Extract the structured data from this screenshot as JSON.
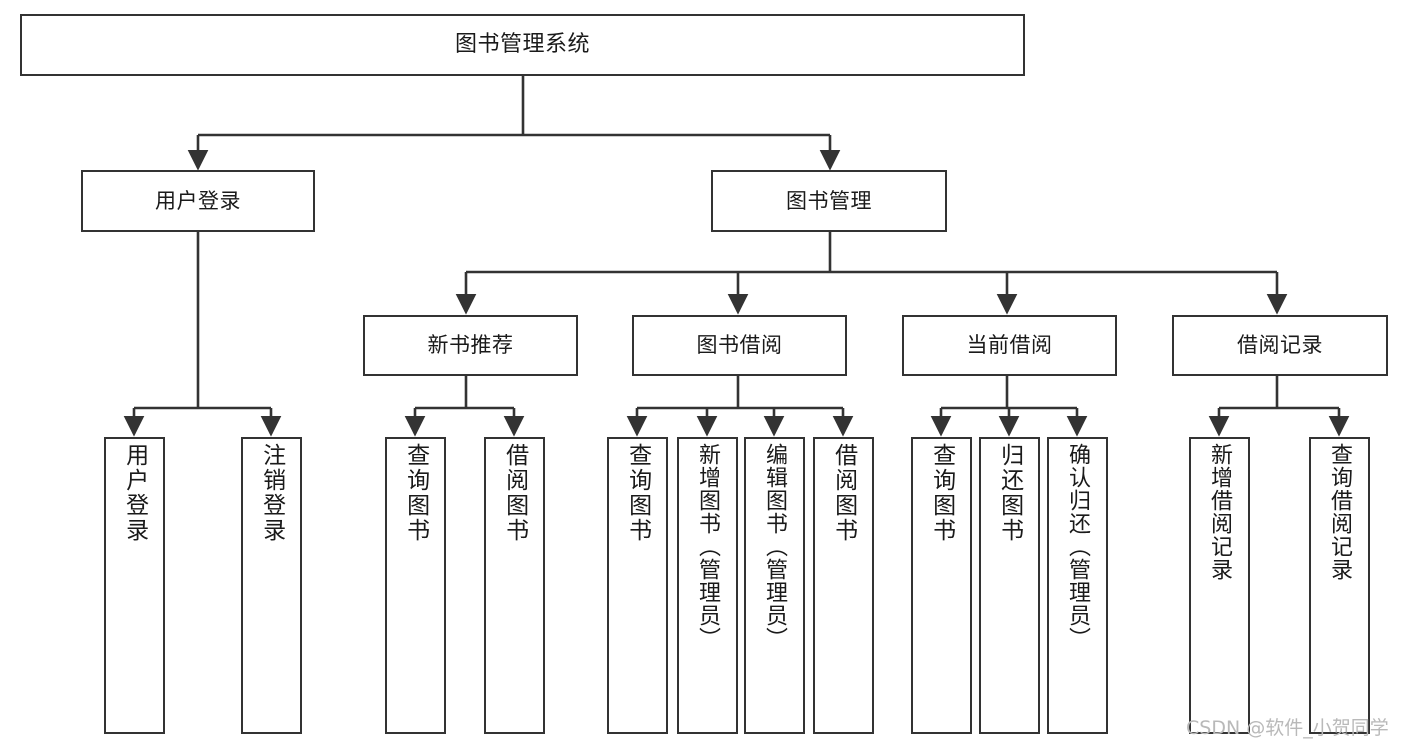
{
  "diagram": {
    "type": "tree",
    "title": "图书管理系统",
    "watermark": "CSDN @软件_小贺同学",
    "colors": {
      "stroke": "#333333",
      "fill": "#ffffff",
      "text": "#1a1a1a",
      "watermark": "#b9b9b9"
    },
    "levels": {
      "root": [
        "图书管理系统"
      ],
      "level2": [
        "用户登录",
        "图书管理"
      ],
      "level3": [
        "新书推荐",
        "图书借阅",
        "当前借阅",
        "借阅记录"
      ],
      "leaves": [
        "用户登录",
        "注销登录",
        "查询图书",
        "借阅图书",
        "查询图书",
        "新增图书（管理员）",
        "编辑图书（管理员）",
        "借阅图书",
        "查询图书",
        "归还图书",
        "确认归还（管理员）",
        "新增借阅记录",
        "查询借阅记录"
      ]
    },
    "nodes": {
      "root": {
        "label": "图书管理系统"
      },
      "user_login": {
        "label": "用户登录"
      },
      "book_manage": {
        "label": "图书管理"
      },
      "new_book_rec": {
        "label": "新书推荐"
      },
      "book_borrow": {
        "label": "图书借阅"
      },
      "current_borrow": {
        "label": "当前借阅"
      },
      "borrow_record": {
        "label": "借阅记录"
      },
      "leaf_user_login": {
        "label": "用户登录"
      },
      "leaf_logout": {
        "label": "注销登录"
      },
      "leaf_query_book_1": {
        "label": "查询图书"
      },
      "leaf_borrow_book_1": {
        "label": "借阅图书"
      },
      "leaf_query_book_2": {
        "label": "查询图书"
      },
      "leaf_add_book": {
        "label": "新增图书（管理员）"
      },
      "leaf_edit_book": {
        "label": "编辑图书（管理员）"
      },
      "leaf_borrow_book_2": {
        "label": "借阅图书"
      },
      "leaf_query_book_3": {
        "label": "查询图书"
      },
      "leaf_return_book": {
        "label": "归还图书"
      },
      "leaf_confirm_return": {
        "label": "确认归还（管理员）"
      },
      "leaf_add_record": {
        "label": "新增借阅记录"
      },
      "leaf_query_record": {
        "label": "查询借阅记录"
      }
    },
    "edges": [
      {
        "from": "root",
        "to": "user_login"
      },
      {
        "from": "root",
        "to": "book_manage"
      },
      {
        "from": "user_login",
        "to": "leaf_user_login"
      },
      {
        "from": "user_login",
        "to": "leaf_logout"
      },
      {
        "from": "book_manage",
        "to": "new_book_rec"
      },
      {
        "from": "book_manage",
        "to": "book_borrow"
      },
      {
        "from": "book_manage",
        "to": "current_borrow"
      },
      {
        "from": "book_manage",
        "to": "borrow_record"
      },
      {
        "from": "new_book_rec",
        "to": "leaf_query_book_1"
      },
      {
        "from": "new_book_rec",
        "to": "leaf_borrow_book_1"
      },
      {
        "from": "book_borrow",
        "to": "leaf_query_book_2"
      },
      {
        "from": "book_borrow",
        "to": "leaf_add_book"
      },
      {
        "from": "book_borrow",
        "to": "leaf_edit_book"
      },
      {
        "from": "book_borrow",
        "to": "leaf_borrow_book_2"
      },
      {
        "from": "current_borrow",
        "to": "leaf_query_book_3"
      },
      {
        "from": "current_borrow",
        "to": "leaf_return_book"
      },
      {
        "from": "current_borrow",
        "to": "leaf_confirm_return"
      },
      {
        "from": "borrow_record",
        "to": "leaf_add_record"
      },
      {
        "from": "borrow_record",
        "to": "leaf_query_record"
      }
    ]
  }
}
